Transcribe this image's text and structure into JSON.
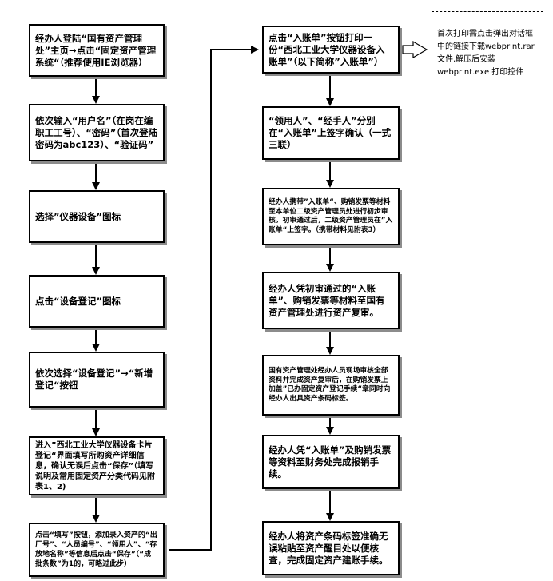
{
  "left_column": [
    {
      "text": "经办人登陆“国有资产管理处”主页→点击“固定资产管理系统“（推荐使用IE浏览器）"
    },
    {
      "text": "依次输入“用户名”（在岗在编职工工号）、“密码”（首次登陆密码为abc123）、“验证码”"
    },
    {
      "text": "选择”仪器设备”图标"
    },
    {
      "text": "点击“设备登记”图标"
    },
    {
      "text": "依次选择“设备登记”→“新增登记“按钮"
    },
    {
      "text": "进入”西北工业大学仪器设备卡片登记“界面填写所购资产详细信息，确认无误后点击“保存”（填写说明及常用固定资产分类代码见附表1、2)"
    },
    {
      "text": "点击“填写”按钮，添加录入资产的“出厂号”、“人员编号”、“领用人”、“存放地名称”等信息后点击“保存”（“成批条数”为1的，可略过此步）"
    }
  ],
  "right_column": [
    {
      "text": "点击“入账单”按钮打印一份“西北工业大学仪器设备入账单”（以下简称”入账单”）"
    },
    {
      "text": "“领用人”、“经手人”分别在“入账单”上签字确认（一式三联）"
    },
    {
      "text": "经办人携带”入账单“、购销发票等材料至本单位二级资产管理员处进行初步审核。初审通过后，二级资产管理员在”入账单“上签字。（携带材料见附表3）"
    },
    {
      "text": "经办人凭初审通过的“入账单”、购销发票等材料至国有资产管理处进行资产复审。"
    },
    {
      "text": "国有资产管理处经办人员现场审核全部资料并完成资产复审后，在购销发票上加盖”已办固定资产登记手续“章同时向经办人出具资产条码标签。"
    },
    {
      "text": "经办人凭“入账单”及购销发票等资料至财务处完成报销手续。"
    },
    {
      "text": "经办人将资产条码标签准确无误粘贴至资产醒目处以便核查，完成固定资产建账手续。"
    }
  ],
  "note": {
    "text": "首次打印需点击弹出对话框中的链接下载webprint.rar文件,解压后安装 webprint.exe 打印控件"
  },
  "colors": {
    "border": "#000000",
    "shadow": "#8c8c8c",
    "background": "#ffffff"
  }
}
